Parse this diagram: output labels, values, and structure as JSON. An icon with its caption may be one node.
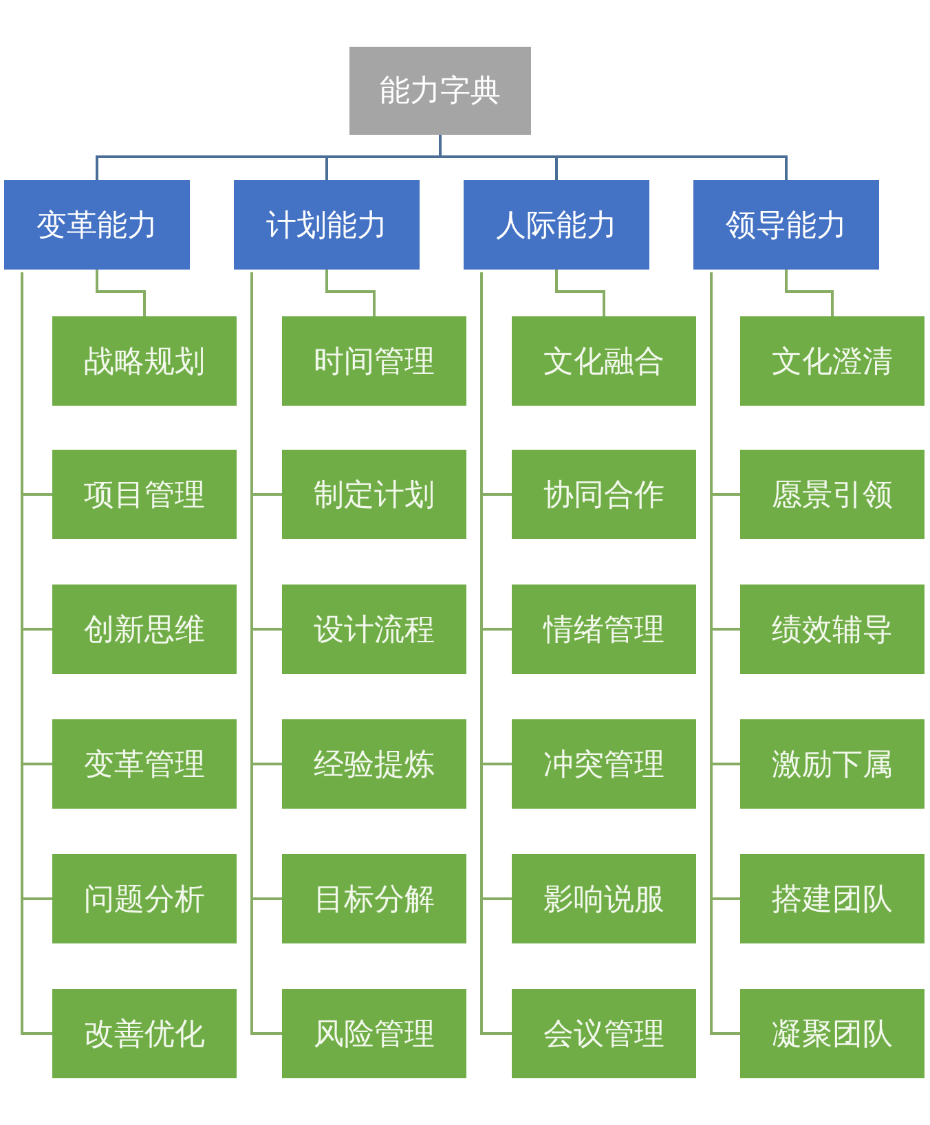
{
  "diagram": {
    "nodes": [
      {
        "text": [
          "能力字典"
        ]
      },
      {
        "text": [
          "变革能力"
        ]
      },
      {
        "text": [
          "计划能力"
        ]
      },
      {
        "text": [
          "人际能力"
        ]
      },
      {
        "text": [
          "领导能力"
        ]
      },
      {
        "text": [
          "战略规划"
        ]
      },
      {
        "text": [
          "项目管理"
        ]
      },
      {
        "text": [
          "创新思维"
        ]
      },
      {
        "text": [
          "变革管理"
        ]
      },
      {
        "text": [
          "问题分析"
        ]
      },
      {
        "text": [
          "改善优化"
        ]
      },
      {
        "text": [
          "时间管理"
        ]
      },
      {
        "text": [
          "制定计划"
        ]
      },
      {
        "text": [
          "设计流程"
        ]
      },
      {
        "text": [
          "经验提炼"
        ]
      },
      {
        "text": [
          "目标分解"
        ]
      },
      {
        "text": [
          "风险管理"
        ]
      },
      {
        "text": [
          "文化融合"
        ]
      },
      {
        "text": [
          "协同合作"
        ]
      },
      {
        "text": [
          "情绪管理"
        ]
      },
      {
        "text": [
          "冲突管理"
        ]
      },
      {
        "text": [
          "影响说服"
        ]
      },
      {
        "text": [
          "会议管理"
        ]
      },
      {
        "text": [
          "文化澄清"
        ]
      },
      {
        "text": [
          "愿景引领"
        ]
      },
      {
        "text": [
          "绩效辅导"
        ]
      },
      {
        "text": [
          "激励下属"
        ]
      },
      {
        "text": [
          "搭建团队"
        ]
      },
      {
        "text": [
          "凝聚团队"
        ]
      }
    ],
    "edges": [
      {
        "from": 0,
        "to": 1,
        "arrow": "none",
        "color": "#4a6e96"
      },
      {
        "from": 0,
        "to": 2,
        "arrow": "none",
        "color": "#4a6e96"
      },
      {
        "from": 0,
        "to": 3,
        "arrow": "none",
        "color": "#4a6e96"
      },
      {
        "from": 0,
        "to": 4,
        "arrow": "none",
        "color": "#4a6e96"
      },
      {
        "from": 1,
        "to": 5,
        "arrow": "none"
      },
      {
        "from": 1,
        "to": 6,
        "arrow": "none"
      },
      {
        "from": 1,
        "to": 7,
        "arrow": "none"
      },
      {
        "from": 1,
        "to": 8,
        "arrow": "none"
      },
      {
        "from": 1,
        "to": 9,
        "arrow": "none"
      },
      {
        "from": 1,
        "to": 10,
        "arrow": "none"
      },
      {
        "from": 2,
        "to": 11,
        "arrow": "none"
      },
      {
        "from": 2,
        "to": 12,
        "arrow": "none"
      },
      {
        "from": 2,
        "to": 13,
        "arrow": "none"
      },
      {
        "from": 2,
        "to": 14,
        "arrow": "none"
      },
      {
        "from": 2,
        "to": 15,
        "arrow": "none"
      },
      {
        "from": 2,
        "to": 16,
        "arrow": "none"
      },
      {
        "from": 3,
        "to": 17,
        "arrow": "none"
      },
      {
        "from": 3,
        "to": 18,
        "arrow": "none"
      },
      {
        "from": 3,
        "to": 19,
        "arrow": "none"
      },
      {
        "from": 3,
        "to": 20,
        "arrow": "none"
      },
      {
        "from": 3,
        "to": 21,
        "arrow": "none"
      },
      {
        "from": 3,
        "to": 22,
        "arrow": "none"
      },
      {
        "from": 4,
        "to": 23,
        "arrow": "none"
      },
      {
        "from": 4,
        "to": 24,
        "arrow": "none"
      },
      {
        "from": 4,
        "to": 25,
        "arrow": "none"
      },
      {
        "from": 4,
        "to": 26,
        "arrow": "none"
      },
      {
        "from": 4,
        "to": 27,
        "arrow": "none"
      },
      {
        "from": 4,
        "to": 28,
        "arrow": "none"
      }
    ]
  }
}
